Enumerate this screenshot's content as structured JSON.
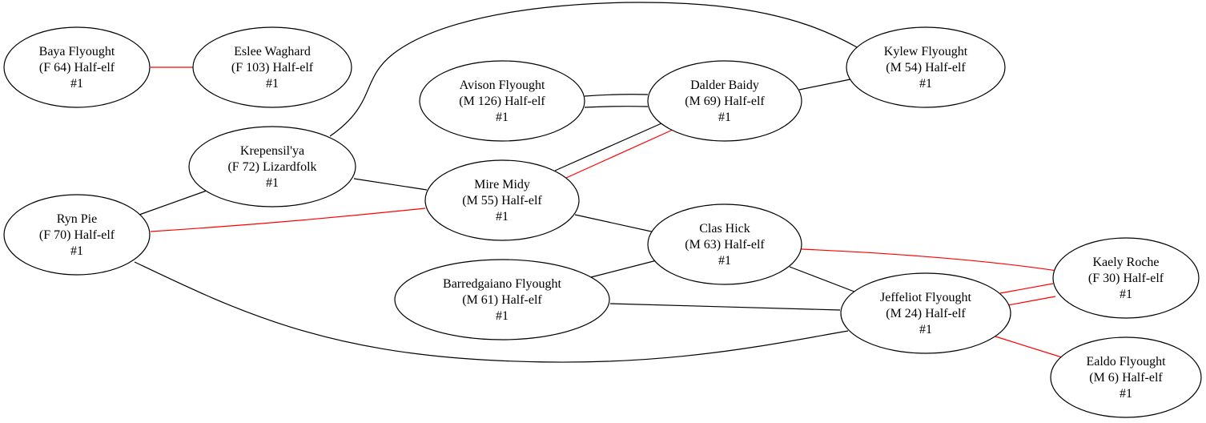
{
  "colors": {
    "black": "#000000",
    "red": "#ff0000"
  },
  "nodes": {
    "baya": {
      "name": "Baya Flyought",
      "info": "(F 64) Half-elf",
      "tag": "#1"
    },
    "eslee": {
      "name": "Eslee Waghard",
      "info": "(F 103) Half-elf",
      "tag": "#1"
    },
    "avison": {
      "name": "Avison Flyought",
      "info": "(M 126) Half-elf",
      "tag": "#1"
    },
    "dalder": {
      "name": "Dalder Baidy",
      "info": "(M 69) Half-elf",
      "tag": "#1"
    },
    "kylew": {
      "name": "Kylew Flyought",
      "info": "(M 54) Half-elf",
      "tag": "#1"
    },
    "krepensil": {
      "name": "Krepensil'ya",
      "info": "(F 72) Lizardfolk",
      "tag": "#1"
    },
    "mire": {
      "name": "Mire Midy",
      "info": "(M 55) Half-elf",
      "tag": "#1"
    },
    "ryn": {
      "name": "Ryn Pie",
      "info": "(F 70) Half-elf",
      "tag": "#1"
    },
    "clas": {
      "name": "Clas Hick",
      "info": "(M 63) Half-elf",
      "tag": "#1"
    },
    "barredgaiano": {
      "name": "Barredgaiano Flyought",
      "info": "(M 61) Half-elf",
      "tag": "#1"
    },
    "jeffeliot": {
      "name": "Jeffeliot Flyought",
      "info": "(M 24) Half-elf",
      "tag": "#1"
    },
    "kaely": {
      "name": "Kaely Roche",
      "info": "(F 30) Half-elf",
      "tag": "#1"
    },
    "ealdo": {
      "name": "Ealdo Flyought",
      "info": "(M 6) Half-elf",
      "tag": "#1"
    }
  },
  "edges": [
    {
      "from": "baya",
      "to": "eslee",
      "color": "red"
    },
    {
      "from": "avison",
      "to": "dalder",
      "color": "black"
    },
    {
      "from": "avison",
      "to": "dalder",
      "color": "black"
    },
    {
      "from": "dalder",
      "to": "kylew",
      "color": "black"
    },
    {
      "from": "krepensil",
      "to": "kylew",
      "color": "black"
    },
    {
      "from": "krepensil",
      "to": "mire",
      "color": "black"
    },
    {
      "from": "ryn",
      "to": "krepensil",
      "color": "black"
    },
    {
      "from": "ryn",
      "to": "mire",
      "color": "red"
    },
    {
      "from": "mire",
      "to": "dalder",
      "color": "black"
    },
    {
      "from": "mire",
      "to": "dalder",
      "color": "red"
    },
    {
      "from": "mire",
      "to": "clas",
      "color": "black"
    },
    {
      "from": "barredgaiano",
      "to": "clas",
      "color": "black"
    },
    {
      "from": "barredgaiano",
      "to": "jeffeliot",
      "color": "black"
    },
    {
      "from": "clas",
      "to": "jeffeliot",
      "color": "black"
    },
    {
      "from": "clas",
      "to": "kaely",
      "color": "red"
    },
    {
      "from": "jeffeliot",
      "to": "kaely",
      "color": "red"
    },
    {
      "from": "jeffeliot",
      "to": "kaely",
      "color": "red"
    },
    {
      "from": "jeffeliot",
      "to": "ealdo",
      "color": "red"
    },
    {
      "from": "ryn",
      "to": "jeffeliot",
      "color": "black"
    }
  ]
}
